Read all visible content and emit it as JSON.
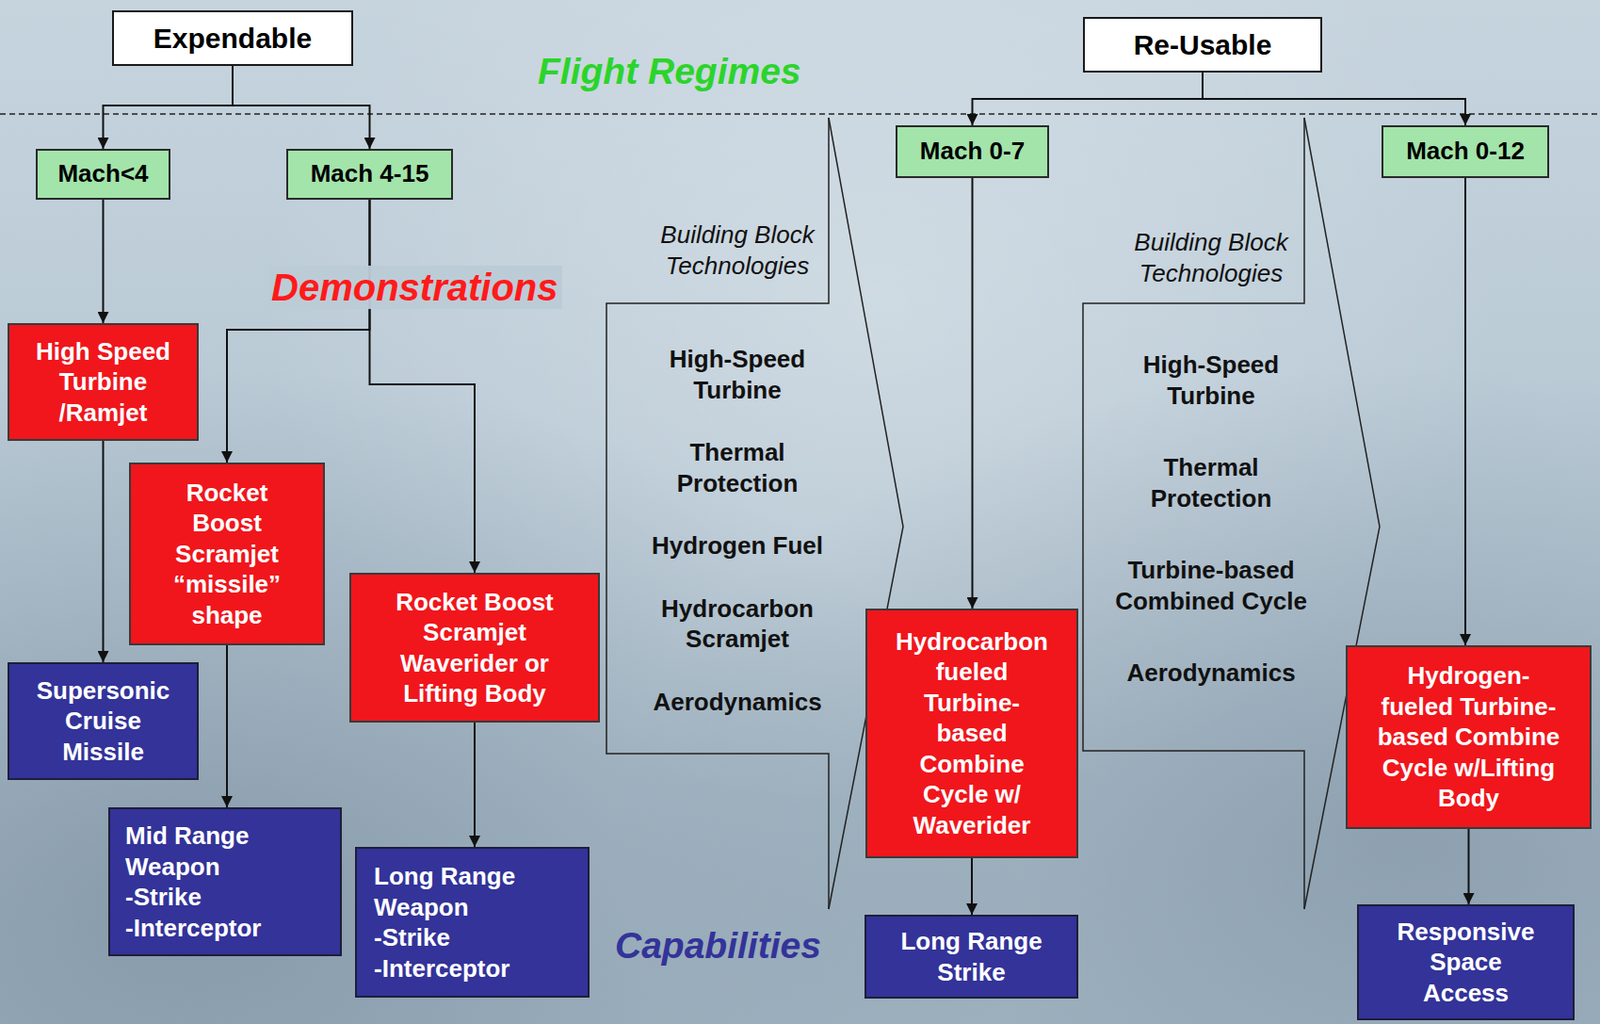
{
  "diagram": {
    "nodes": [
      {
        "text": [
          "Expendable"
        ]
      },
      {
        "text": [
          "Re-Usable"
        ]
      },
      {
        "text": [
          "Mach<4"
        ]
      },
      {
        "text": [
          "Mach 4-15"
        ]
      },
      {
        "text": [
          "Mach 0-7"
        ]
      },
      {
        "text": [
          "Mach 0-12"
        ]
      },
      {
        "text": [
          "High Speed Turbine /Ramjet"
        ]
      },
      {
        "text": [
          "Rocket Boost Scramjet “missile” shape"
        ]
      },
      {
        "text": [
          "Building Block Technologies",
          "High-Speed Turbine",
          "Thermal Protection",
          "Hydrogen Fuel",
          "Hydrocarbon Scramjet",
          "Aerodynamics"
        ]
      },
      {
        "text": [
          "Building Block Technologies",
          "High-Speed Turbine",
          "Thermal Protection",
          "Turbine-based Combined Cycle",
          "Aerodynamics"
        ]
      },
      {
        "text": [
          "Rocket Boost Scramjet Waverider or Lifting Body"
        ]
      },
      {
        "text": [
          "Hydrocarbon fueled Turbine- based Combine Cycle w/ Waverider"
        ]
      },
      {
        "text": [
          "Hydrogen- fueled Turbine-based Combine Cycle w/Lifting Body"
        ]
      },
      {
        "text": [
          "Supersonic Cruise Missile"
        ]
      },
      {
        "text": [
          "Mid Range Weapon",
          "-Strike",
          "-Interceptor"
        ]
      },
      {
        "text": [
          "Long Range Weapon",
          "-Strike",
          "-Interceptor"
        ]
      },
      {
        "text": [
          "Long Range Strike"
        ]
      },
      {
        "text": [
          "Responsive Space Access"
        ]
      }
    ],
    "edges": [
      {
        "from": 0,
        "to": 2,
        "arrow": "to"
      },
      {
        "from": 0,
        "to": 3,
        "arrow": "to"
      },
      {
        "from": 1,
        "to": 4,
        "arrow": "to"
      },
      {
        "from": 1,
        "to": 5,
        "arrow": "to"
      },
      {
        "from": 2,
        "to": 6,
        "arrow": "to"
      },
      {
        "from": 3,
        "to": 7,
        "arrow": "to"
      },
      {
        "from": 3,
        "to": 10,
        "arrow": "to"
      },
      {
        "from": 6,
        "to": 13,
        "arrow": "to"
      },
      {
        "from": 7,
        "to": 14,
        "arrow": "to"
      },
      {
        "from": 10,
        "to": 15,
        "arrow": "to"
      },
      {
        "from": 4,
        "to": 11,
        "arrow": "to"
      },
      {
        "from": 11,
        "to": 16,
        "arrow": "to"
      },
      {
        "from": 5,
        "to": 12,
        "arrow": "to"
      },
      {
        "from": 12,
        "to": 17,
        "arrow": "to"
      }
    ],
    "labels": [
      "Flight Regimes",
      "Demonstrations",
      "Capabilities"
    ]
  }
}
